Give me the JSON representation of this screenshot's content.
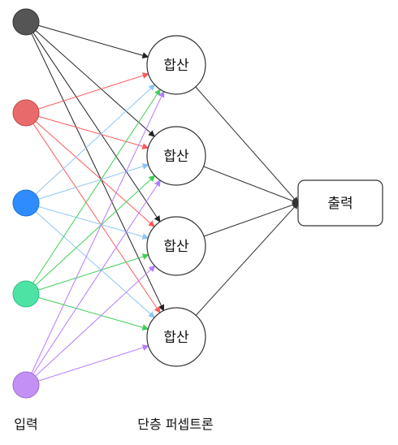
{
  "diagram": {
    "input_nodes": [
      {
        "id": "in1",
        "color": "#555555",
        "stroke": "#333333"
      },
      {
        "id": "in2",
        "color": "#e96a6a",
        "stroke": "#c04848"
      },
      {
        "id": "in3",
        "color": "#2e8cff",
        "stroke": "#1c6fd6"
      },
      {
        "id": "in4",
        "color": "#4de3a4",
        "stroke": "#2fbf86"
      },
      {
        "id": "in5",
        "color": "#c391f5",
        "stroke": "#9f6ad6"
      }
    ],
    "hidden_nodes": [
      {
        "id": "h1",
        "label": "합산"
      },
      {
        "id": "h2",
        "label": "합산"
      },
      {
        "id": "h3",
        "label": "합산"
      },
      {
        "id": "h4",
        "label": "합산"
      }
    ],
    "output_node": {
      "label": "출력"
    },
    "edge_colors": {
      "in1": "#222222",
      "in2": "#ff5a5a",
      "in3": "#8cc6f5",
      "in4": "#3fcf55",
      "in5": "#b57bff",
      "hidden_to_output": "#333333"
    },
    "labels": {
      "input_layer": "입력",
      "single_layer": "단층 퍼셉트론"
    }
  }
}
